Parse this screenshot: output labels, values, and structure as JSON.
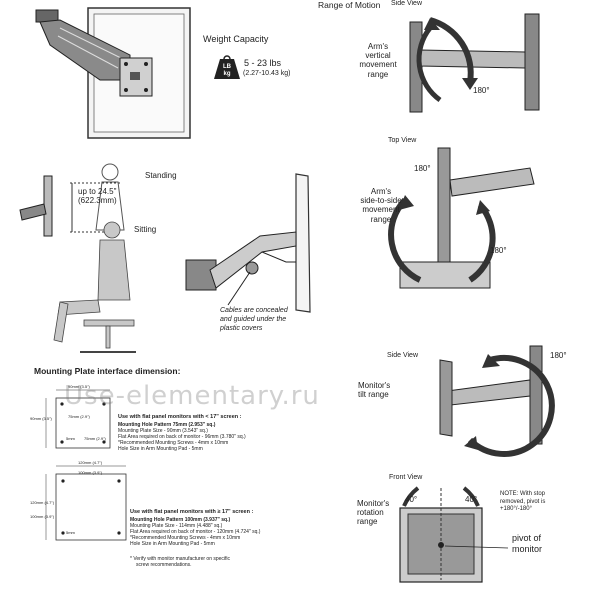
{
  "weight": {
    "title": "Weight Capacity",
    "badge_top": "LB",
    "badge_bottom": "kg",
    "range_lbs": "5 - 23 lbs",
    "range_kg": "(2.27-10.43 kg)"
  },
  "range_of_motion": {
    "title": "Range of Motion",
    "side_view": "Side View",
    "top_view": "Top View",
    "side_view_2": "Side View",
    "front_view": "Front View"
  },
  "vertical": {
    "label_lines": [
      "Arm's",
      "vertical",
      "movement",
      "range"
    ],
    "angle": "180°"
  },
  "side_to_side": {
    "label_lines": [
      "Arm's",
      "side-to-side",
      "movement",
      "range"
    ],
    "angle_left": "180°",
    "angle_right": "180°"
  },
  "tilt": {
    "label_lines": [
      "Monitor's",
      "tilt range"
    ],
    "angle": "180°"
  },
  "rotation": {
    "label_lines": [
      "Monitor's",
      "rotation",
      "range"
    ],
    "angle_left": "40°",
    "angle_right": "40°",
    "note_lines": [
      "NOTE: With stop",
      "removed, pivot is",
      "+180°/-180°"
    ],
    "pivot_lines": [
      "pivot of",
      "monitor"
    ]
  },
  "height": {
    "standing": "Standing",
    "sitting": "Sitting",
    "range_line1": "up to 24.5\"",
    "range_line2": "(622.3mm)"
  },
  "cables": {
    "lines": [
      "Cables are concealed",
      "and guided under the",
      "plastic covers"
    ]
  },
  "mounting": {
    "title": "Mounting Plate interface dimension:",
    "plate1": {
      "heading": "Use with flat panel monitors with < 17\" screen :",
      "lines": [
        "Mounting Hole Pattern 75mm (2.953\" sq.)",
        "Mounting Plate Size - 90mm (3.543\" sq.)",
        "Flat Area required on back of monitor - 96mm (3.780\" sq.)",
        "*Recommended Mounting Screws - 4mm x 10mm",
        "Hole Size in Arm Mounting Pad - 5mm"
      ],
      "dims": [
        "90mm (3.5\")",
        "75mm (2.9\")",
        "90mm (3.5\")",
        "75mm (2.9\")",
        "5mm"
      ]
    },
    "plate2": {
      "heading": "Use with flat panel monitors with ≥ 17\" screen :",
      "lines": [
        "Mounting Hole Pattern 100mm (3.937\" sq.)",
        "Mounting Plate Size - 114mm (4.488\" sq.)",
        "Flat Area required on back of monitor - 120mm (4.724\" sq.)",
        "*Recommended Mounting Screws - 4mm x 10mm",
        "Hole Size in Arm Mounting Pad - 5mm"
      ],
      "dims": [
        "120mm (4.7\")",
        "100mm (3.9\")",
        "120mm (4.7\")",
        "100mm (3.9\")",
        "5mm"
      ]
    },
    "footnote_lines": [
      "* Verify with monitor manufacturer on specific",
      "screw recommendations."
    ]
  },
  "watermark": "Use-elementary.ru"
}
